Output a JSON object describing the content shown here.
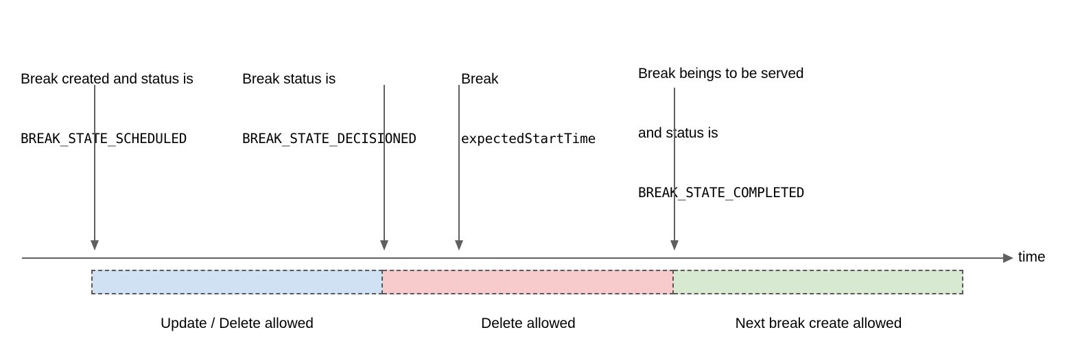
{
  "diagram": {
    "title": "Break lifecycle timeline",
    "axis": {
      "label": "time",
      "arrow_icon": "arrow-right-icon"
    },
    "annotations": [
      {
        "id": "scheduled",
        "lines": [
          {
            "text": "Break created and status is",
            "style": "sans"
          },
          {
            "text": "BREAK_STATE_SCHEDULED",
            "style": "mono"
          }
        ]
      },
      {
        "id": "decisioned",
        "lines": [
          {
            "text": "Break status is",
            "style": "sans"
          },
          {
            "text": "BREAK_STATE_DECISIONED",
            "style": "mono"
          }
        ]
      },
      {
        "id": "expected-start-time",
        "lines": [
          {
            "text": "Break",
            "style": "sans"
          },
          {
            "text": "expectedStartTime",
            "style": "mono"
          }
        ]
      },
      {
        "id": "completed",
        "lines": [
          {
            "text": "Break beings to be served",
            "style": "sans"
          },
          {
            "text": "and status is",
            "style": "sans"
          },
          {
            "text": "BREAK_STATE_COMPLETED",
            "style": "mono"
          }
        ]
      }
    ],
    "phases": [
      {
        "id": "update-delete",
        "caption": "Update / Delete allowed",
        "color": "#cfe1f2"
      },
      {
        "id": "delete-only",
        "caption": "Delete allowed",
        "color": "#f7cbcb"
      },
      {
        "id": "next-break-create",
        "caption": "Next break create allowed",
        "color": "#d7e9d1"
      }
    ],
    "colors": {
      "stroke": "#5f5f5f",
      "bar_border": "#57575c",
      "text": "#000000",
      "background": "#ffffff"
    }
  }
}
